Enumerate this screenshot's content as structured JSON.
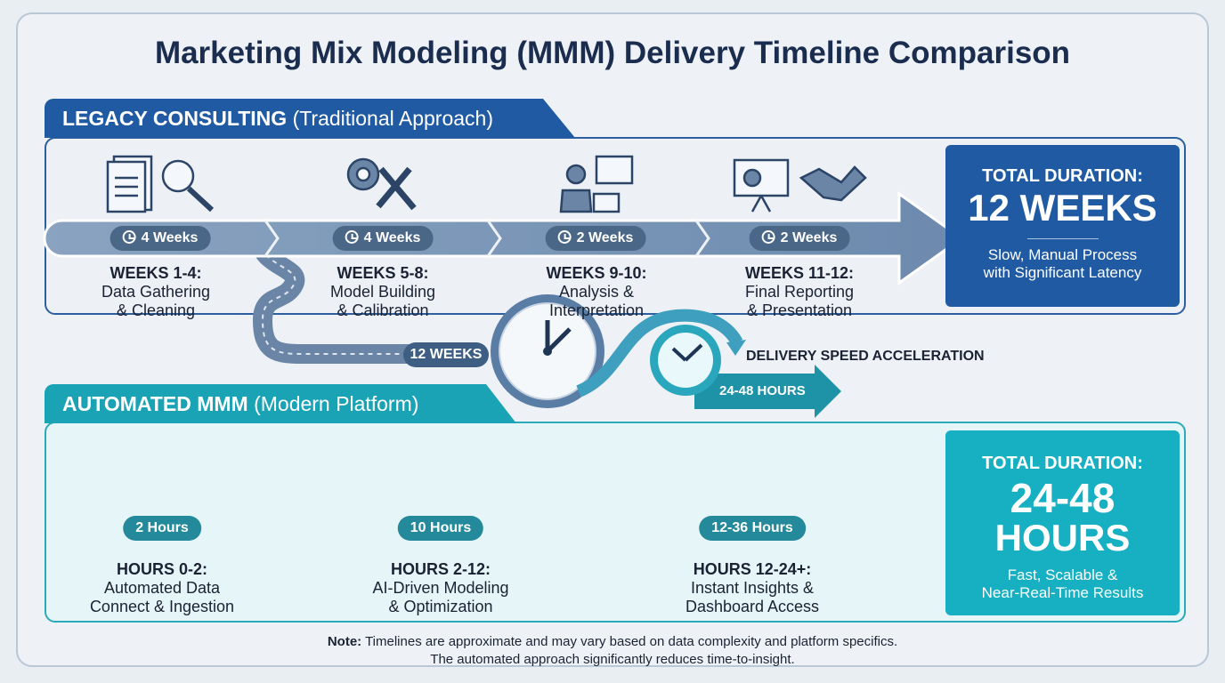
{
  "title": "Marketing Mix Modeling (MMM) Delivery Timeline Comparison",
  "colors": {
    "legacy": "#1f5aa3",
    "automated": "#17b0c2",
    "legacy_bar": "#7b95b5",
    "auto_bar": "#5fd3df"
  },
  "legacy": {
    "tab_bold": "LEGACY CONSULTING",
    "tab_light": "(Traditional Approach)",
    "phases": [
      {
        "duration": "4 Weeks",
        "heading": "WEEKS 1-4:",
        "line1": "Data Gathering",
        "line2": "& Cleaning",
        "icon": "documents-magnifier-icon"
      },
      {
        "duration": "4 Weeks",
        "heading": "WEEKS 5-8:",
        "line1": "Model Building",
        "line2": "& Calibration",
        "icon": "gear-wrench-icon"
      },
      {
        "duration": "2 Weeks",
        "heading": "WEEKS 9-10:",
        "line1": "Analysis &",
        "line2": "Interpretation",
        "icon": "analyst-chart-icon"
      },
      {
        "duration": "2 Weeks",
        "heading": "WEEKS 11-12:",
        "line1": "Final Reporting",
        "line2": "& Presentation",
        "icon": "presentation-handshake-icon"
      }
    ],
    "total_label": "TOTAL DURATION:",
    "total_value": "12 WEEKS",
    "total_line1": "Slow, Manual Process",
    "total_line2": "with Significant Latency"
  },
  "transition": {
    "road_label": "12 WEEKS",
    "acceleration_label": "DELIVERY SPEED ACCELERATION",
    "fast_label": "24-48 HOURS"
  },
  "automated": {
    "tab_bold": "AUTOMATED MMM",
    "tab_light": "(Modern Platform)",
    "phases": [
      {
        "duration": "2 Hours",
        "heading": "HOURS 0-2:",
        "line1": "Automated Data",
        "line2": "Connect & Ingestion",
        "icon": "cloud-data-icon"
      },
      {
        "duration": "10 Hours",
        "heading": "HOURS 2-12:",
        "line1": "AI-Driven Modeling",
        "line2": "& Optimization",
        "icon": "processor-chip-icon"
      },
      {
        "duration": "12-36 Hours",
        "heading": "HOURS 12-24+:",
        "line1": "Instant Insights &",
        "line2": "Dashboard Access",
        "icon": "tablet-dashboard-icon"
      }
    ],
    "total_label": "TOTAL DURATION:",
    "total_value1": "24-48",
    "total_value2": "HOURS",
    "total_line1": "Fast, Scalable &",
    "total_line2": "Near-Real-Time Results"
  },
  "note": {
    "bold": "Note:",
    "line1": "Timelines are approximate and may vary based on data complexity and platform specifics.",
    "line2": "The automated approach significantly reduces time-to-insight."
  }
}
